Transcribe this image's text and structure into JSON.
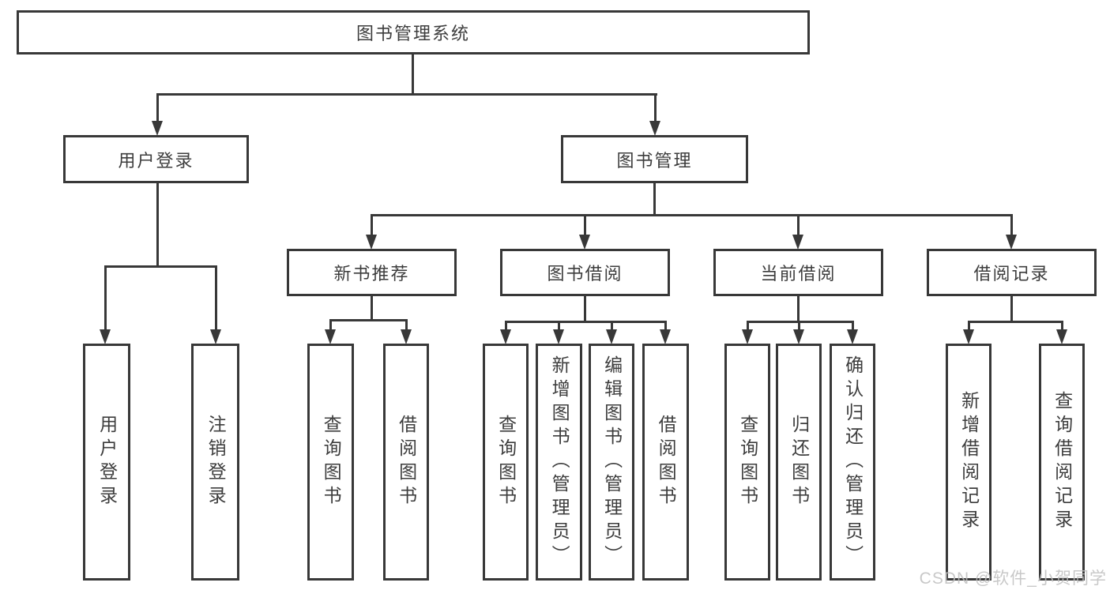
{
  "watermark": "CSDN @软件_小贺同学",
  "colors": {
    "line": "#383838",
    "text": "#3d3d3d",
    "background": "#ffffff",
    "watermark": "#bebebe"
  },
  "tree": {
    "label": "图书管理系统",
    "children": [
      {
        "label": "用户登录",
        "children": [
          {
            "label": "用户登录"
          },
          {
            "label": "注销登录"
          }
        ]
      },
      {
        "label": "图书管理",
        "children": [
          {
            "label": "新书推荐",
            "children": [
              {
                "label": "查询图书"
              },
              {
                "label": "借阅图书"
              }
            ]
          },
          {
            "label": "图书借阅",
            "children": [
              {
                "label": "查询图书"
              },
              {
                "label": "新增图书（管理员）"
              },
              {
                "label": "编辑图书（管理员）"
              },
              {
                "label": "借阅图书"
              }
            ]
          },
          {
            "label": "当前借阅",
            "children": [
              {
                "label": "查询图书"
              },
              {
                "label": "归还图书"
              },
              {
                "label": "确认归还（管理员）"
              }
            ]
          },
          {
            "label": "借阅记录",
            "children": [
              {
                "label": "新增借阅记录"
              },
              {
                "label": "查询借阅记录"
              }
            ]
          }
        ]
      }
    ]
  }
}
